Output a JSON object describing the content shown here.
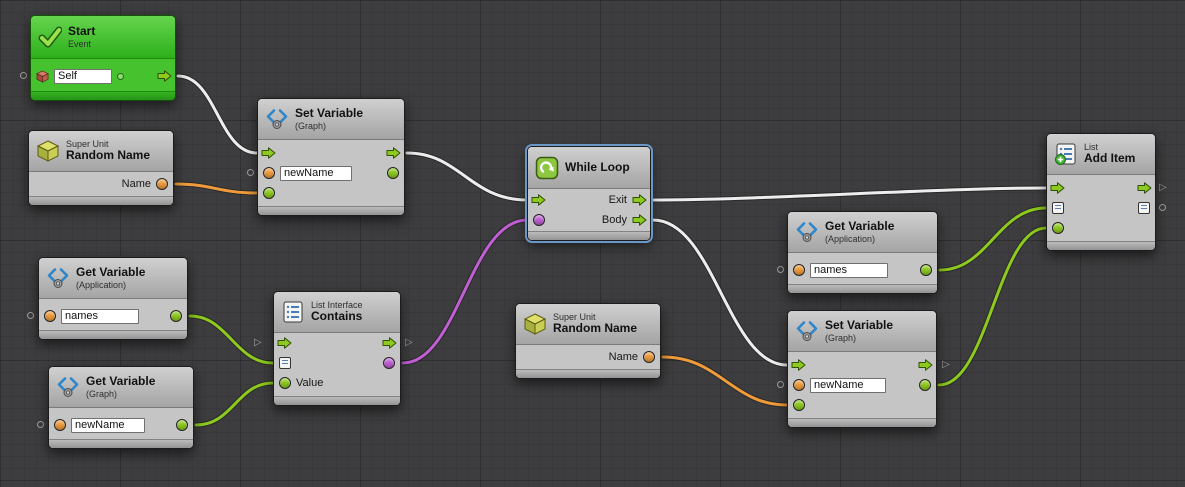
{
  "nodes": {
    "start": {
      "title": "Start",
      "subtitle": "Event",
      "self_value": "Self"
    },
    "random_name_top": {
      "category": "Super Unit",
      "title": "Random Name",
      "name_port": "Name"
    },
    "set_variable_top": {
      "title": "Set Variable",
      "subtitle": "(Graph)",
      "variable_value": "newName"
    },
    "while_loop": {
      "title": "While Loop",
      "exit_port": "Exit",
      "body_port": "Body"
    },
    "get_variable_names_left": {
      "title": "Get Variable",
      "subtitle": "(Application)",
      "variable_value": "names"
    },
    "contains": {
      "category": "List Interface",
      "title": "Contains",
      "value_port": "Value"
    },
    "get_variable_newname_left": {
      "title": "Get Variable",
      "subtitle": "(Graph)",
      "variable_value": "newName"
    },
    "random_name_bottom": {
      "category": "Super Unit",
      "title": "Random Name",
      "name_port": "Name"
    },
    "get_variable_names_right": {
      "title": "Get Variable",
      "subtitle": "(Application)",
      "variable_value": "names"
    },
    "set_variable_right": {
      "title": "Set Variable",
      "subtitle": "(Graph)",
      "variable_value": "newName"
    },
    "add_item": {
      "category": "List",
      "title": "Add Item"
    }
  },
  "colors": {
    "flow_wire": "#ededed",
    "string_wire": "#ef9b3b",
    "object_wire": "#8dc91e",
    "bool_wire": "#c05fd4",
    "selection_outline": "#6b96c8",
    "event_green": "#45c22d"
  }
}
